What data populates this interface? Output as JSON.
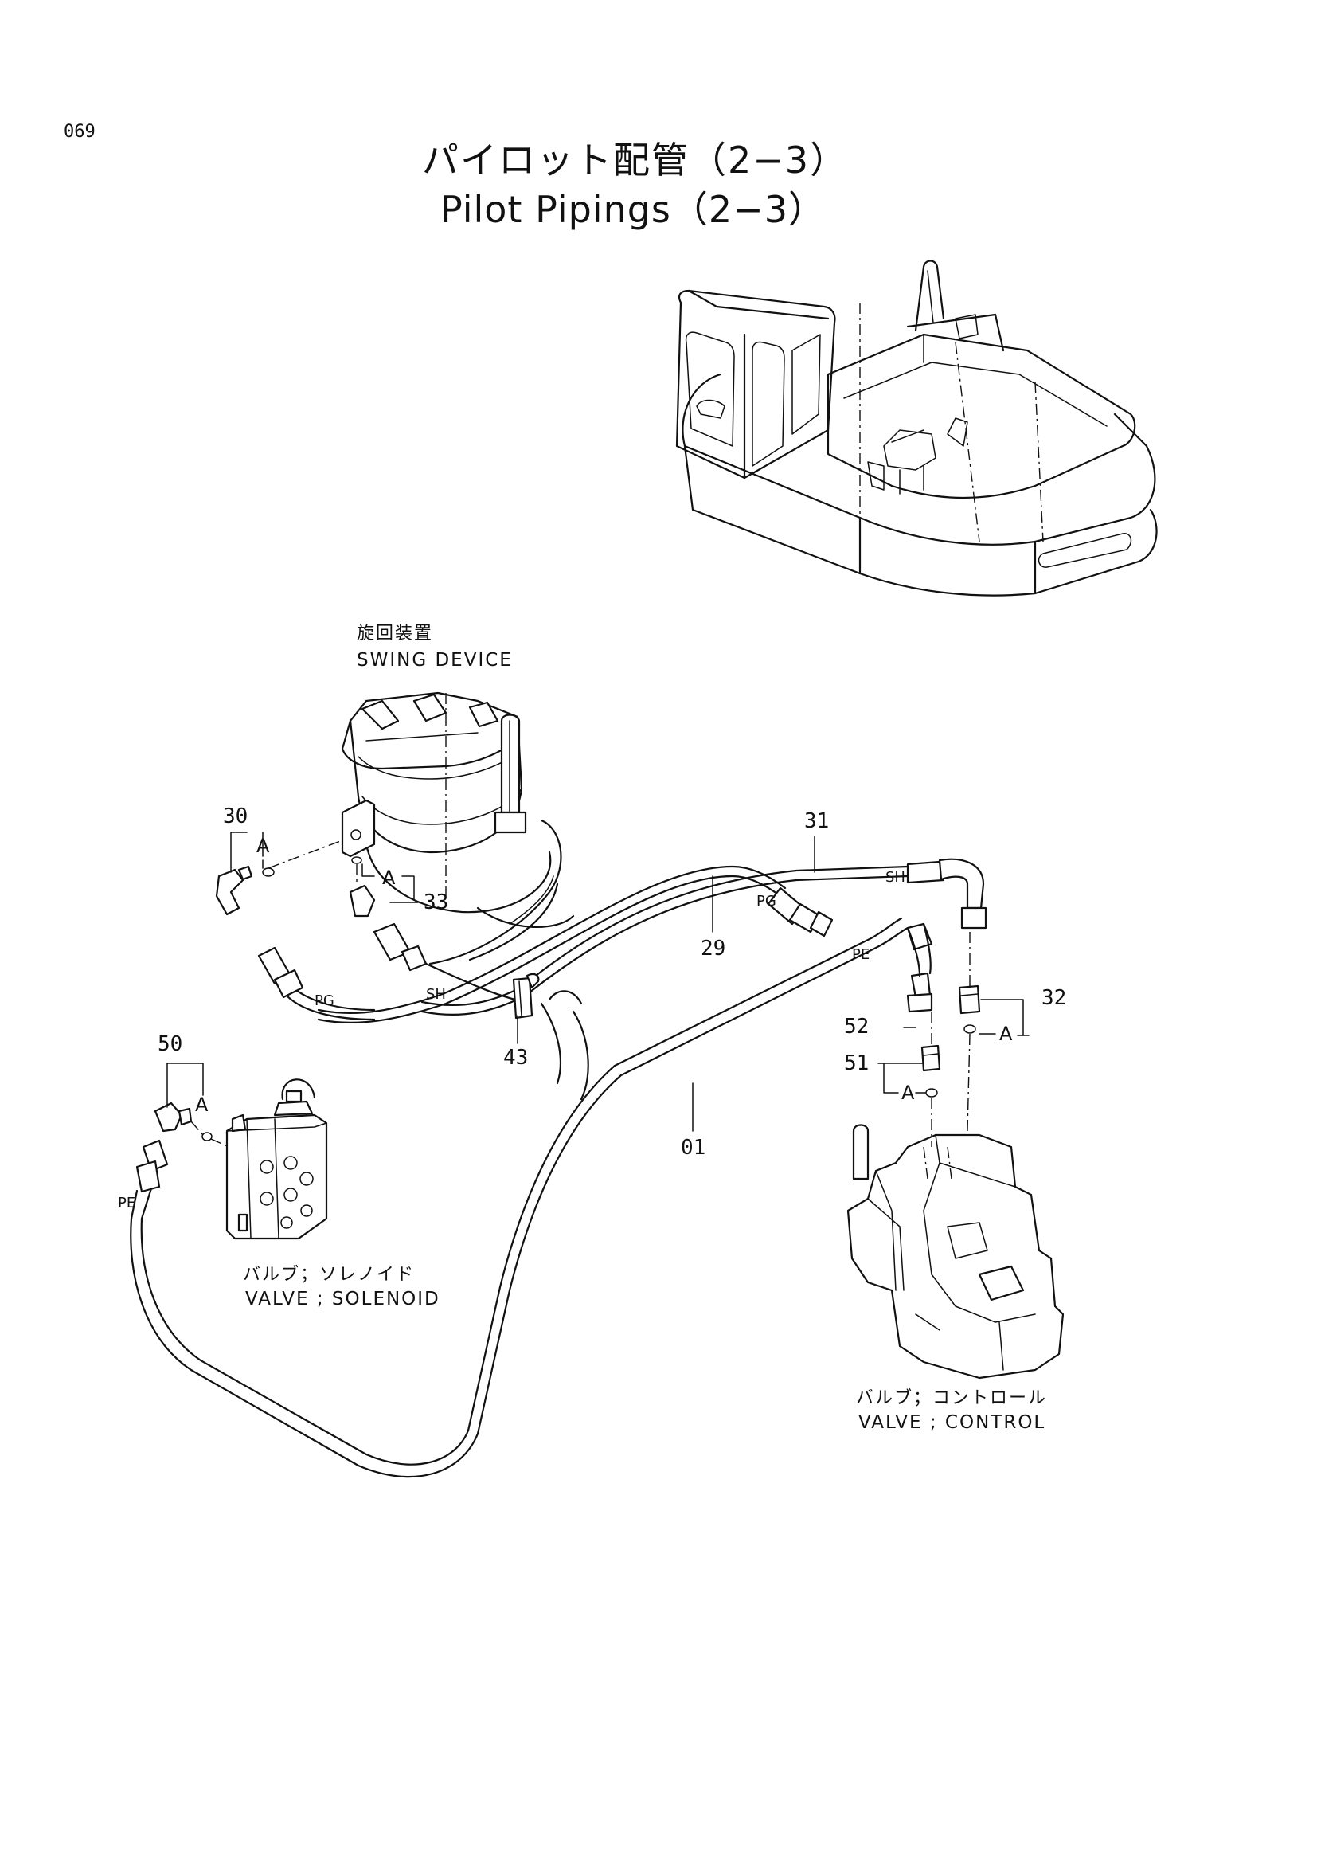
{
  "page_number": "069",
  "title": {
    "jp": "パイロット配管（2−3）",
    "en": "Pilot Pipings（2−3）"
  },
  "components": {
    "swing_device": {
      "jp": "旋回装置",
      "en": "SWING DEVICE"
    },
    "solenoid_valve": {
      "jp": "バルブ；ソレノイド",
      "en": "VALVE ; SOLENOID"
    },
    "control_valve": {
      "jp": "バルブ；コントロール",
      "en": "VALVE ; CONTROL"
    }
  },
  "callouts": [
    "30",
    "33",
    "31",
    "29",
    "43",
    "32",
    "52",
    "51",
    "01",
    "50"
  ],
  "port_labels": {
    "pg": "PG",
    "sh": "SH",
    "pe": "PE"
  },
  "ref_label": "A"
}
